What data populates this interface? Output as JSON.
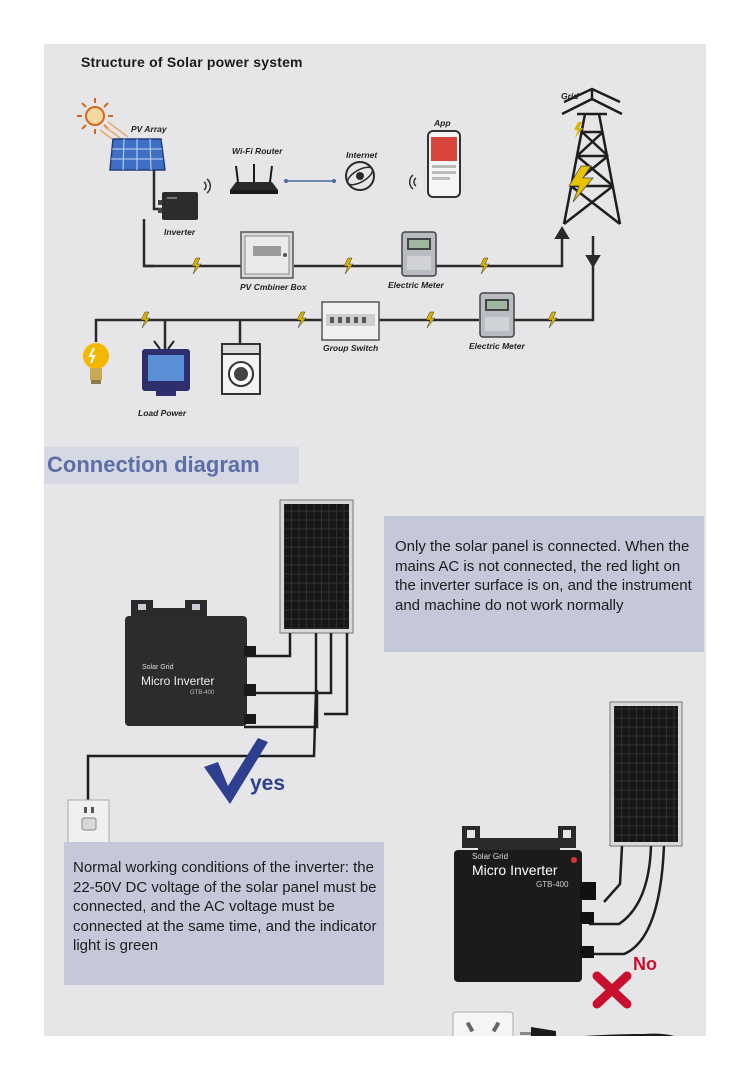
{
  "structure": {
    "title": "Structure of Solar power system",
    "labels": {
      "pv_array": "PV Array",
      "wifi_router": "Wi-Fi Router",
      "internet": "Internet",
      "app": "App",
      "grid": "Grid",
      "inverter": "Inverter",
      "combiner_box": "PV Cmbiner Box",
      "electric_meter_1": "Electric Meter",
      "group_switch": "Group Switch",
      "electric_meter_2": "Electric Meter",
      "load_power": "Load Power"
    }
  },
  "connection": {
    "title": "Connection diagram",
    "note_top": "Only the solar panel is connected. When the mains AC is not connected, the red light on the inverter surface is on, and the instrument and machine do not work normally",
    "note_bottom": "Normal working conditions of the inverter: the 22-50V DC voltage of the solar panel must be connected, and the AC voltage must be connected at the same time, and the indicator light  is green",
    "inverter_brand": "Solar Grid",
    "inverter_name": "Micro Inverter",
    "inverter_model_left": "GTB-400",
    "inverter_model_right": "GTB-400",
    "yes_label": "yes",
    "no_label": "No"
  },
  "colors": {
    "banner_text": "#5b6fa6",
    "note_bg": "#c5c8d8",
    "yes_check": "#2e3f8f",
    "no_cross": "#c8102e"
  }
}
